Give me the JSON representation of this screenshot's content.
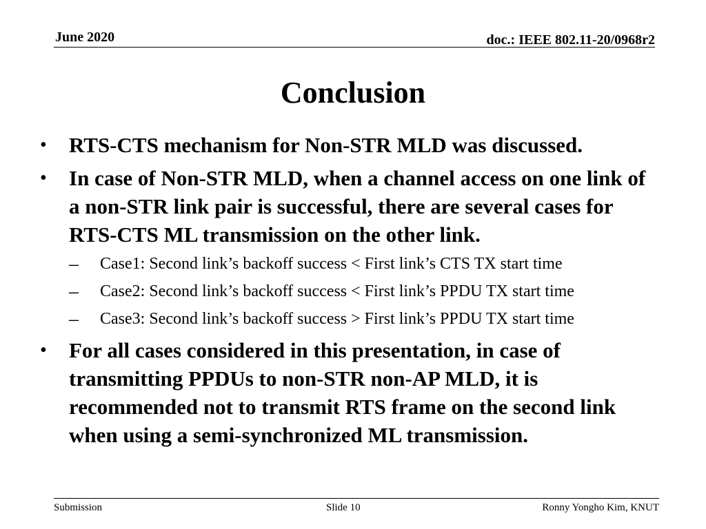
{
  "header": {
    "date": "June 2020",
    "doc_id": "doc.: IEEE 802.11-20/0968r2"
  },
  "title": "Conclusion",
  "bullets": [
    {
      "text": "RTS-CTS mechanism for Non-STR MLD was discussed."
    },
    {
      "text": "In case of Non-STR MLD, when a channel access on one link of a non-STR link pair is successful, there are several cases for RTS-CTS ML transmission on the other link.",
      "sub": [
        "Case1: Second link’s backoff  success < First link’s CTS TX start time",
        "Case2: Second link’s backoff  success < First link’s PPDU TX start time",
        "Case3: Second link’s backoff  success > First link’s PPDU TX start time"
      ]
    },
    {
      "text": "For all cases considered in this presentation, in case of transmitting PPDUs to non-STR non-AP MLD, it is recommended not to transmit RTS frame on the second link when using a semi-synchronized ML transmission."
    }
  ],
  "markers": {
    "bullet": "•",
    "dash": "–"
  },
  "footer": {
    "left": "Submission",
    "center": "Slide 10",
    "right": "Ronny Yongho Kim, KNUT"
  }
}
